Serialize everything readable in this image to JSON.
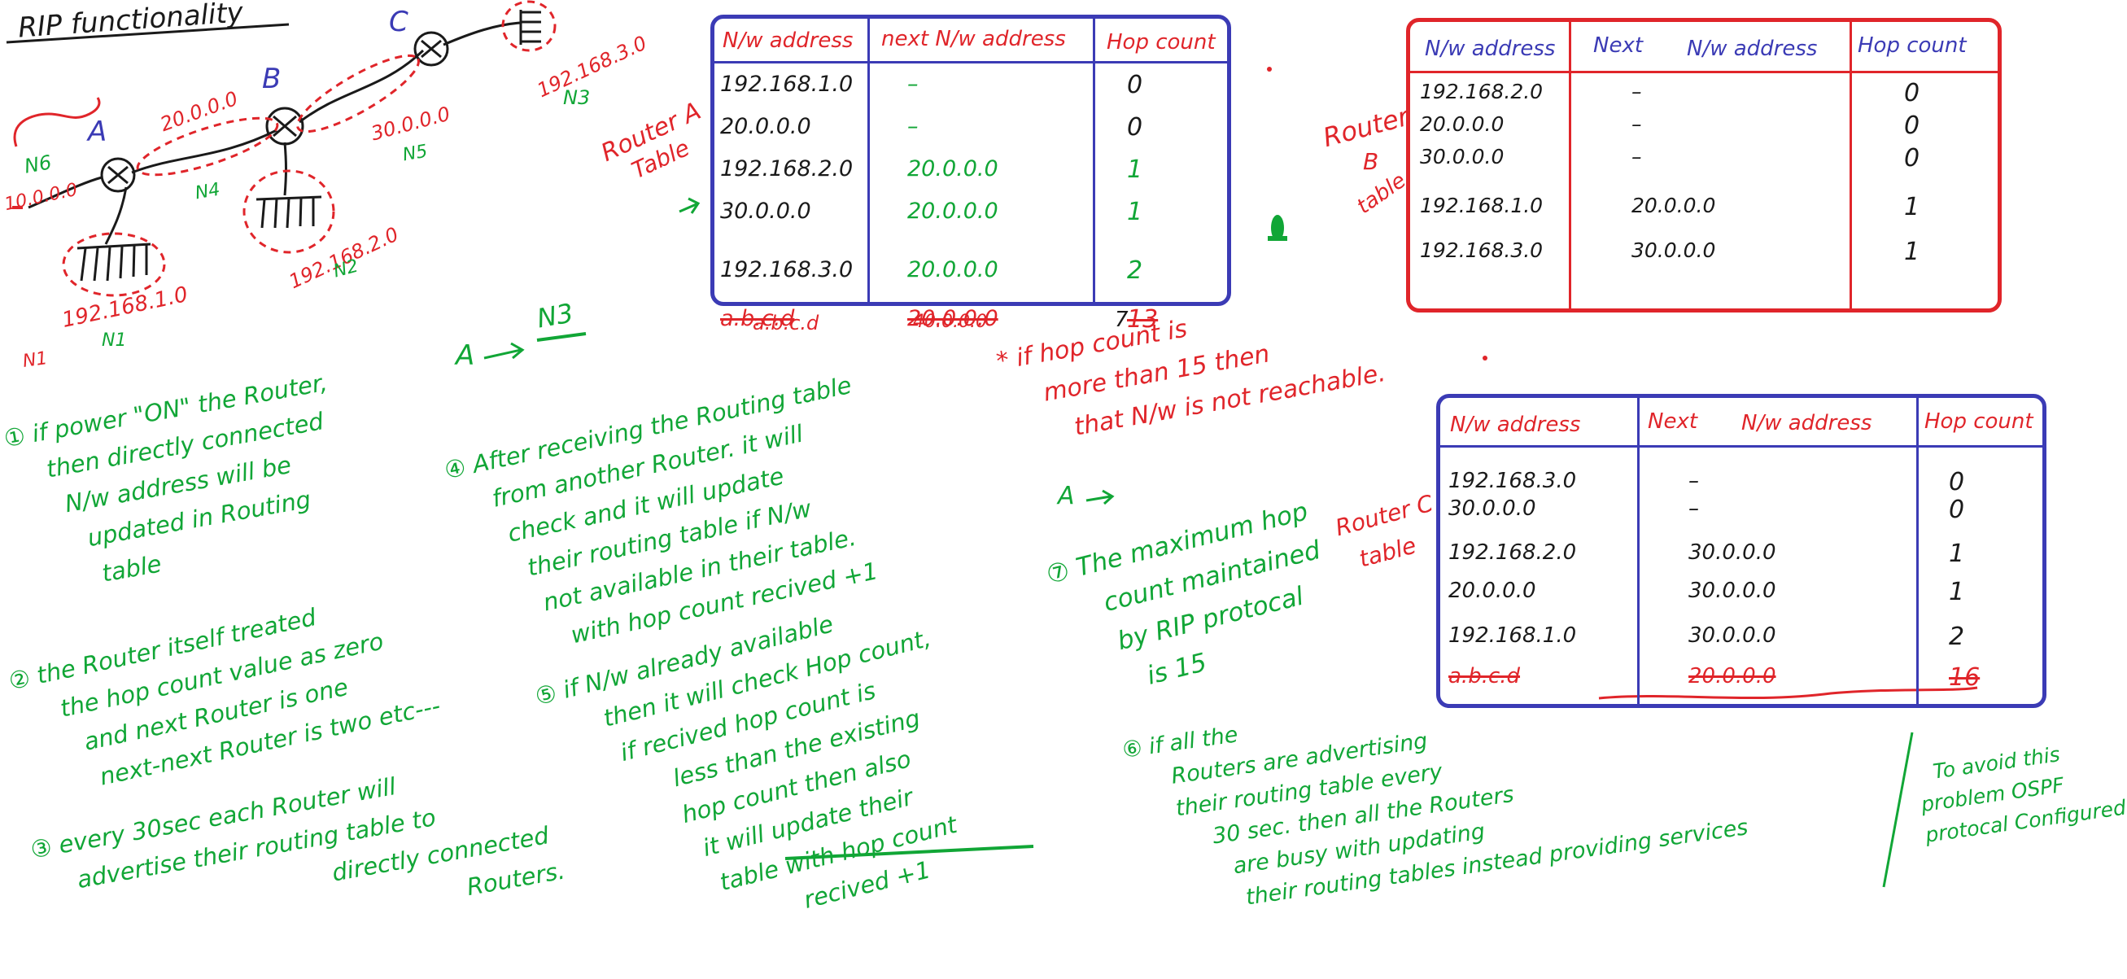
{
  "title": "RIP functionality",
  "diagram": {
    "router_a": "A",
    "router_b": "B",
    "router_c": "C",
    "n6_label": "N6",
    "net_10": "10.0.0.0",
    "net_20": "20.0.0.0",
    "net_30": "30.0.0.0",
    "n4_label": "N4",
    "n5_label": "N5",
    "n1_net": "192.168.1.0",
    "n1_label": "N1",
    "n1_left": "N1",
    "n2_net": "192.168.2.0",
    "n2_label": "N2",
    "n3_net": "192.168.3.0",
    "n3_label": "N3",
    "a_to_n3_from": "A",
    "a_to_n3_to": "N3",
    "a_arrow_2": "A"
  },
  "table_a": {
    "side_label_1": "Router A",
    "side_label_2": "Table",
    "headers": [
      "N/w address",
      "next N/w address",
      "Hop count"
    ],
    "rows": [
      {
        "network": "192.168.1.0",
        "next": "–",
        "hop": "0"
      },
      {
        "network": "20.0.0.0",
        "next": "–",
        "hop": "0"
      },
      {
        "network": "192.168.2.0",
        "next": "20.0.0.0",
        "hop": "1"
      },
      {
        "network": "30.0.0.0",
        "next": "20.0.0.0",
        "hop": "1"
      },
      {
        "network": "192.168.3.0",
        "next": "20.0.0.0",
        "hop": "2"
      },
      {
        "network": "a.b.c.d",
        "next": "20.0.0.0",
        "hop": "13"
      }
    ],
    "below": {
      "network": "a.b.c.d",
      "next": "40.0.0.0",
      "hop": "7"
    }
  },
  "table_b": {
    "side_label_1": "Router",
    "side_label_2": "B",
    "side_label_3": "table",
    "headers": [
      "N/w address",
      "Next",
      "N/w address",
      "Hop count"
    ],
    "rows": [
      {
        "network": "192.168.2.0",
        "next": "–",
        "hop": "0"
      },
      {
        "network": "20.0.0.0",
        "next": "–",
        "hop": "0"
      },
      {
        "network": "30.0.0.0",
        "next": "–",
        "hop": "0"
      },
      {
        "network": "192.168.1.0",
        "next": "20.0.0.0",
        "hop": "1"
      },
      {
        "network": "192.168.3.0",
        "next": "30.0.0.0",
        "hop": "1"
      }
    ]
  },
  "table_c": {
    "side_label_1": "Router C",
    "side_label_2": "table",
    "headers": [
      "N/w address",
      "Next",
      "N/w address",
      "Hop count"
    ],
    "rows": [
      {
        "network": "192.168.3.0",
        "next": "–",
        "hop": "0"
      },
      {
        "network": "30.0.0.0",
        "next": "–",
        "hop": "0"
      },
      {
        "network": "192.168.2.0",
        "next": "30.0.0.0",
        "hop": "1"
      },
      {
        "network": "20.0.0.0",
        "next": "30.0.0.0",
        "hop": "1"
      },
      {
        "network": "192.168.1.0",
        "next": "30.0.0.0",
        "hop": "2"
      },
      {
        "network": "a.b.c.d",
        "next": "20.0.0.0",
        "hop": "16"
      }
    ]
  },
  "hop_note": [
    "* if hop count is",
    "more than 15 then",
    "that N/w is not reachable."
  ],
  "notes": {
    "n1": [
      "① if power \"ON\" the Router,",
      "then directly connected",
      "N/w address will be",
      "updated in Routing",
      "table"
    ],
    "n2": [
      "② the Router itself treated",
      "the hop count value as zero",
      "and next Router is one",
      "next-next Router is two etc---"
    ],
    "n3": [
      "③ every 30sec each Router will",
      "advertise their routing table to",
      "directly connected",
      "Routers."
    ],
    "n4": [
      "④ After receiving the Routing table",
      "from another Router. it will",
      "check and it will update",
      "their routing table if N/w",
      "not available in their table.",
      "with hop count recived +1"
    ],
    "n5": [
      "⑤ if N/w already available",
      "then it will check Hop count,",
      "if recived hop count is",
      "less than the existing",
      "hop count then also",
      "it will update their",
      "table with hop count",
      "recived +1"
    ],
    "n6": [
      "⑥ if all the",
      "Routers are advertising",
      "their routing table every",
      "30 sec. then all the Routers",
      "are busy with updating",
      "their routing tables instead providing services"
    ],
    "n7": [
      "⑦ The maximum hop",
      "count maintained",
      "by RIP protocal",
      "is 15"
    ],
    "ospf": [
      "To avoid this",
      "problem OSPF",
      "protocal Configured"
    ]
  }
}
